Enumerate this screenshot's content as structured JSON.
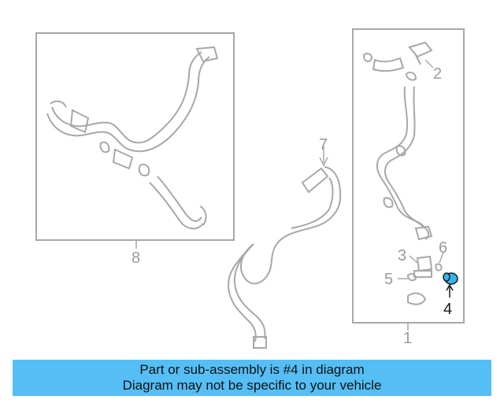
{
  "callouts": {
    "c1": "1",
    "c2": "2",
    "c3": "3",
    "c4": "4",
    "c5": "5",
    "c6": "6",
    "c7": "7",
    "c8": "8"
  },
  "banner": {
    "line1": "Part or sub-assembly is #4 in diagram",
    "line2": "Diagram may not be specific to your vehicle"
  },
  "colors": {
    "highlight": "#55bff5",
    "outline": "#a8a8a8",
    "highlight_part": "#35b5f0"
  }
}
